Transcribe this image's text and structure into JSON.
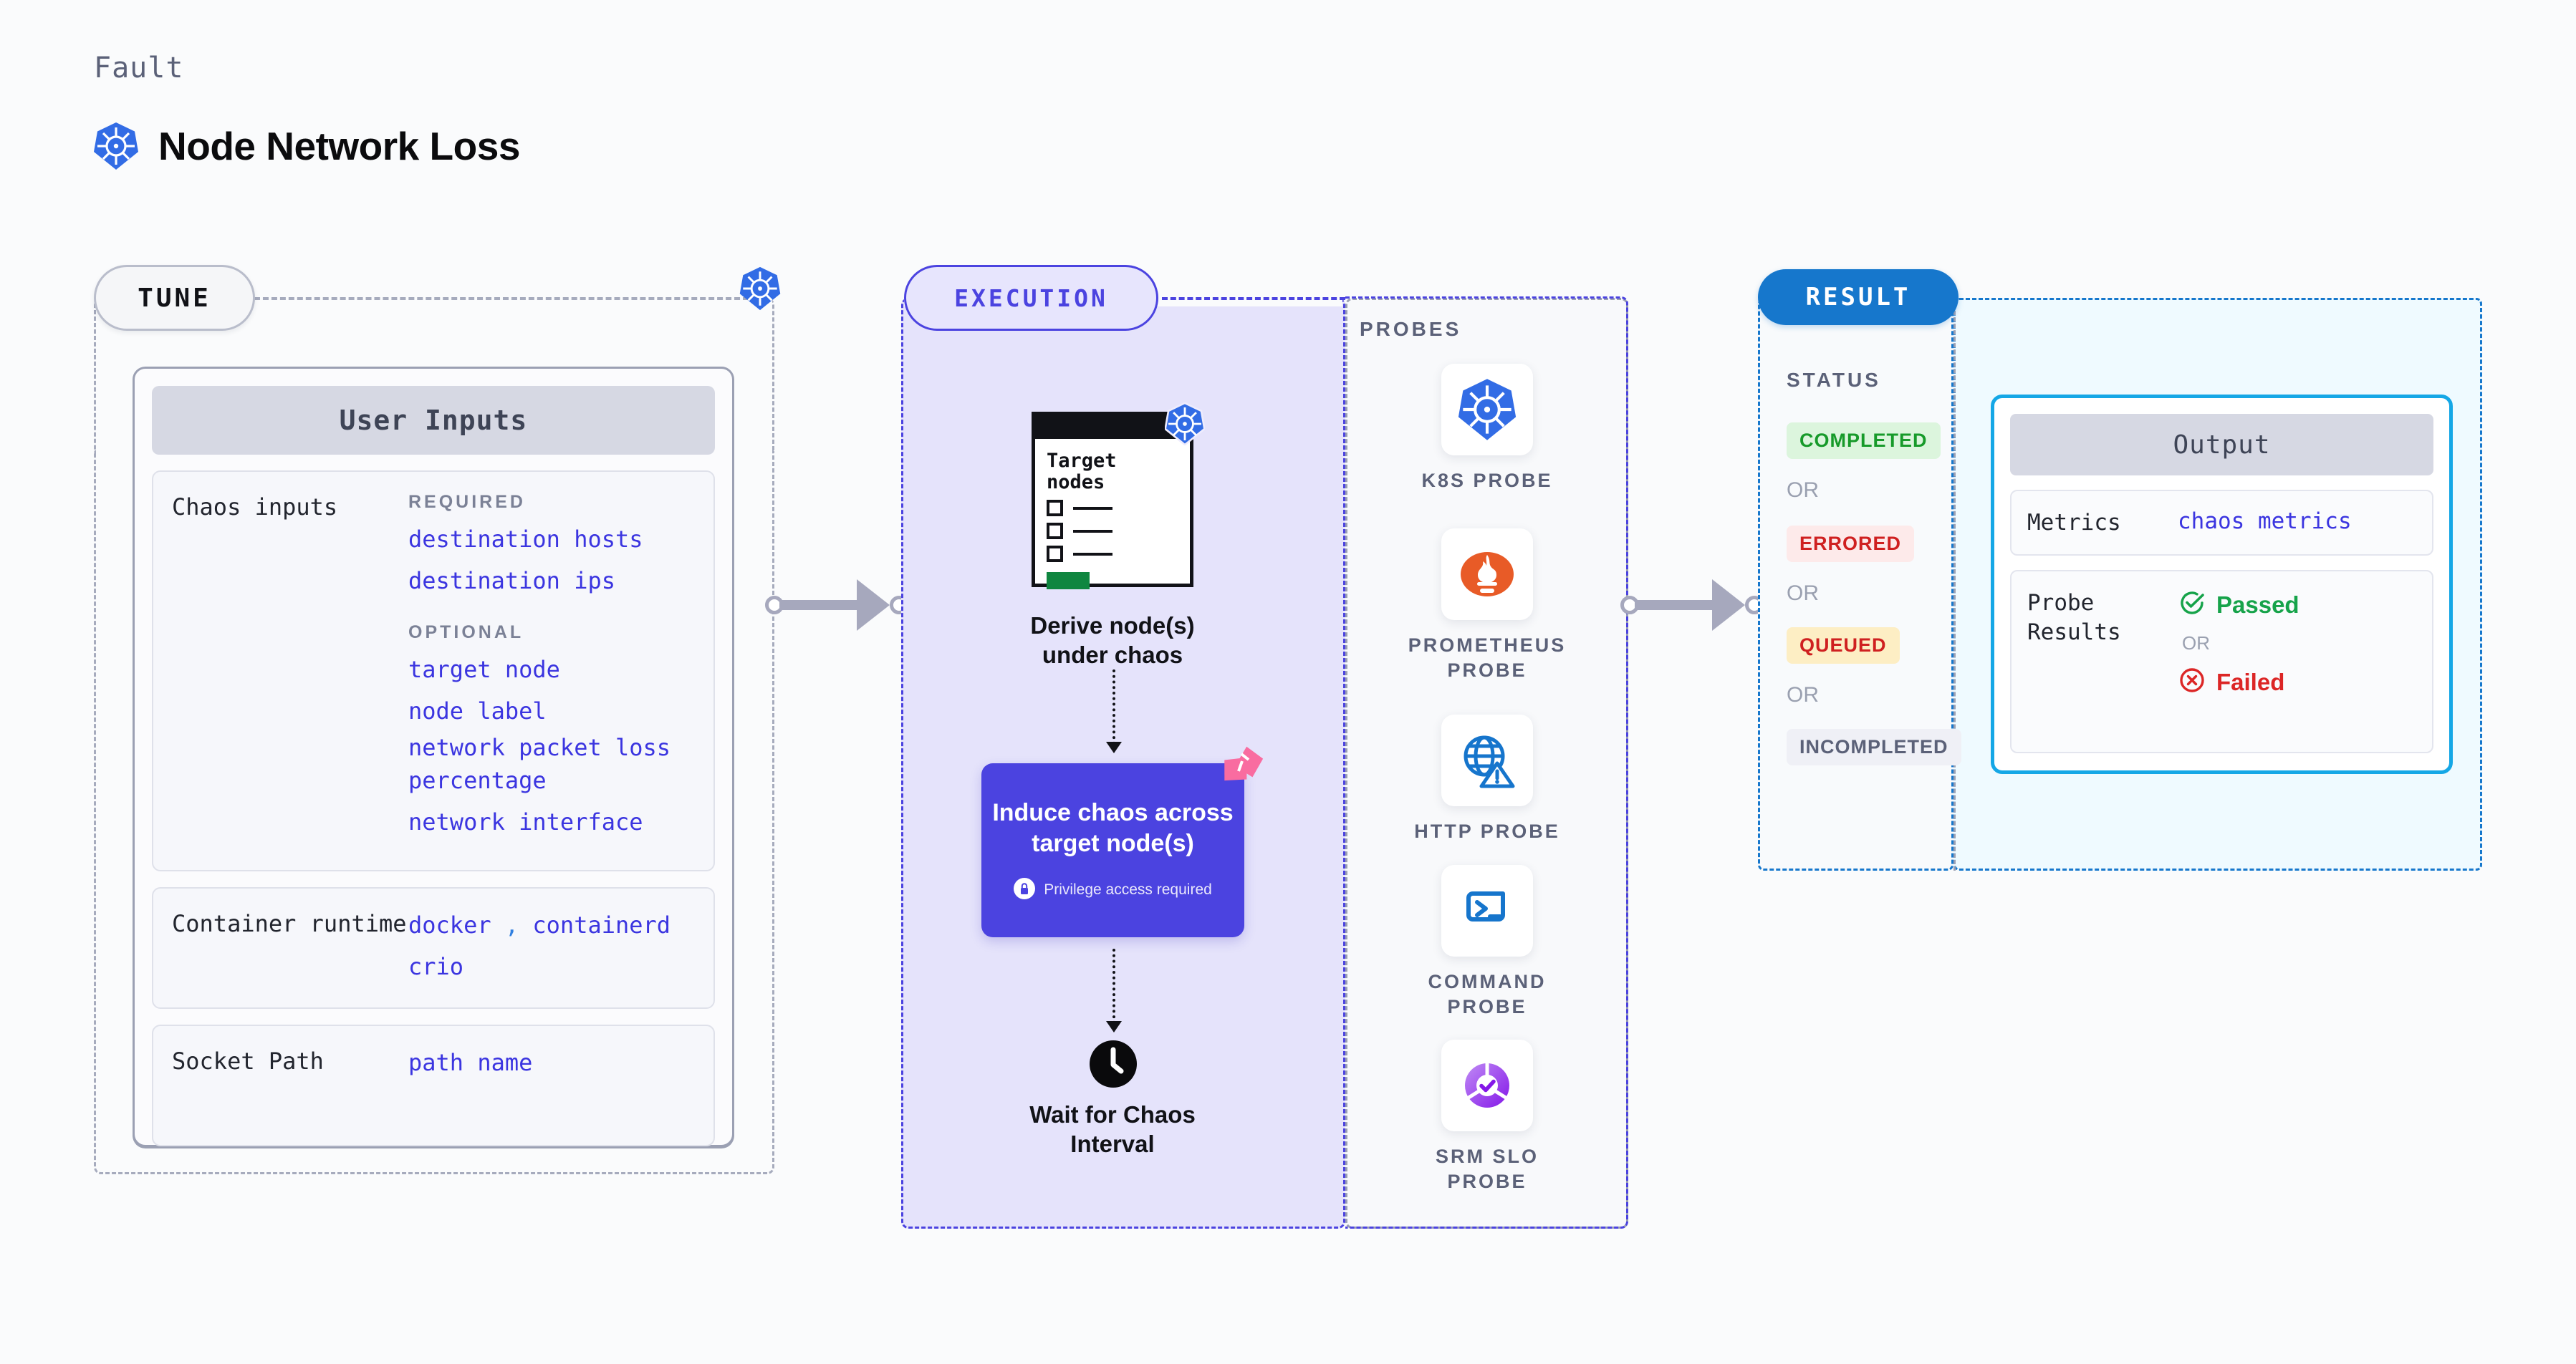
{
  "header": {
    "eyebrow": "Fault",
    "title": "Node Network Loss",
    "icon": "kubernetes-icon"
  },
  "tune": {
    "pill_label": "TUNE",
    "badge_icon": "kubernetes-icon",
    "card_title": "User Inputs",
    "rows": [
      {
        "key": "Chaos inputs",
        "groups": [
          {
            "label": "REQUIRED",
            "values": [
              "destination hosts",
              "destination ips"
            ]
          },
          {
            "label": "OPTIONAL",
            "values": [
              "target node",
              "node label",
              "network packet loss percentage",
              "network interface"
            ]
          }
        ]
      },
      {
        "key": "Container runtime",
        "values_line1": [
          "docker",
          "containerd"
        ],
        "separator": ",",
        "values_line2": [
          "crio"
        ]
      },
      {
        "key": "Socket Path",
        "values": [
          "path name"
        ]
      }
    ]
  },
  "execution": {
    "pill_label": "EXECUTION",
    "step1": {
      "card_title": "Target nodes",
      "badge_icon": "kubernetes-icon",
      "caption": "Derive node(s) under chaos"
    },
    "step2": {
      "title": "Induce chaos across target node(s)",
      "privilege_note": "Privilege access required",
      "privilege_icon": "lock-icon",
      "corner_icon": "litmus-icon"
    },
    "step3": {
      "icon": "clock-icon",
      "caption": "Wait for Chaos Interval"
    }
  },
  "probes": {
    "section_label": "PROBES",
    "items": [
      {
        "label": "K8S PROBE",
        "icon": "kubernetes-icon"
      },
      {
        "label": "PROMETHEUS PROBE",
        "icon": "prometheus-icon"
      },
      {
        "label": "HTTP PROBE",
        "icon": "globe-warning-icon"
      },
      {
        "label": "COMMAND PROBE",
        "icon": "terminal-icon"
      },
      {
        "label": "SRM SLO PROBE",
        "icon": "srm-slo-icon"
      }
    ]
  },
  "result": {
    "pill_label": "RESULT",
    "status_label": "STATUS",
    "or_label": "OR",
    "statuses": [
      {
        "label": "COMPLETED",
        "bg": "#dcf5dd",
        "fg": "#179a2a"
      },
      {
        "label": "ERRORED",
        "bg": "#fdeaea",
        "fg": "#cf2020"
      },
      {
        "label": "QUEUED",
        "bg": "#fdeec4",
        "fg": "#cf2020"
      },
      {
        "label": "INCOMPLETED",
        "bg": "#eff0f6",
        "fg": "#5b6178"
      }
    ],
    "output": {
      "title": "Output",
      "metrics_key": "Metrics",
      "metrics_value": "chaos metrics",
      "probe_key": "Probe Results",
      "passed_label": "Passed",
      "passed_icon": "check-circle-icon",
      "or_label": "OR",
      "failed_label": "Failed",
      "failed_icon": "x-circle-icon"
    }
  },
  "colors": {
    "kubernetes_blue": "#326ce5",
    "accent_purple": "#4b43e0",
    "result_blue": "#1677cc",
    "output_border": "#15a7e6",
    "litmus_pink": "#f96ca0"
  }
}
